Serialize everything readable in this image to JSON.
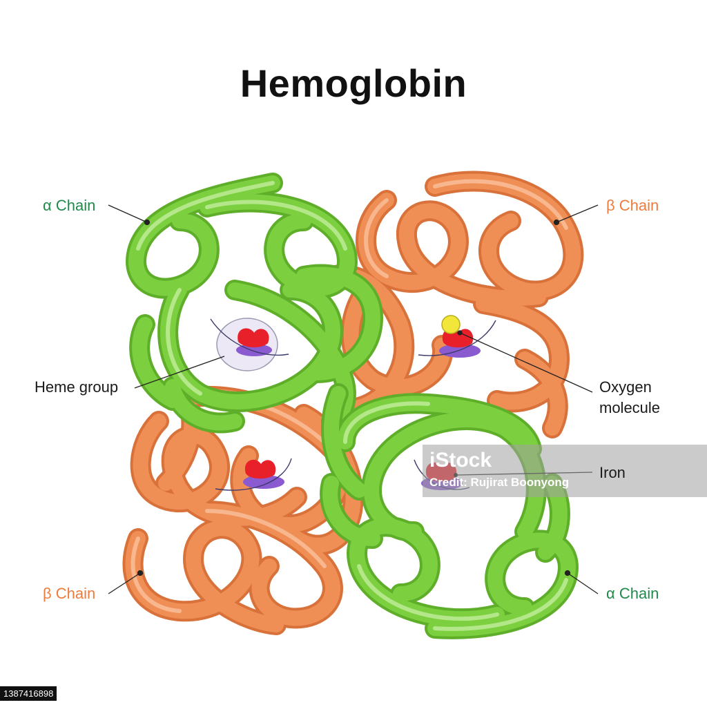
{
  "title": "Hemoglobin",
  "labels": {
    "alpha_top": "α Chain",
    "beta_top": "β Chain",
    "heme": "Heme group",
    "oxygen_1": "Oxygen",
    "oxygen_2": "molecule",
    "iron": "Iron",
    "beta_bottom": "β Chain",
    "alpha_bottom": "α Chain"
  },
  "watermark": {
    "logo": "iStock",
    "credit": "Credit: Rujirat Boonyong"
  },
  "stock_id": "1387416898",
  "colors": {
    "alpha_chain": "#7ccf3f",
    "alpha_chain_dark": "#5fae2a",
    "beta_chain": "#f08f55",
    "beta_chain_dark": "#d9713a",
    "heme_red": "#e8202a",
    "heme_disc": "#8a5ad1",
    "oxygen": "#f2e63a",
    "alpha_label": "#1f8a4c",
    "beta_label": "#ee7b3c"
  }
}
